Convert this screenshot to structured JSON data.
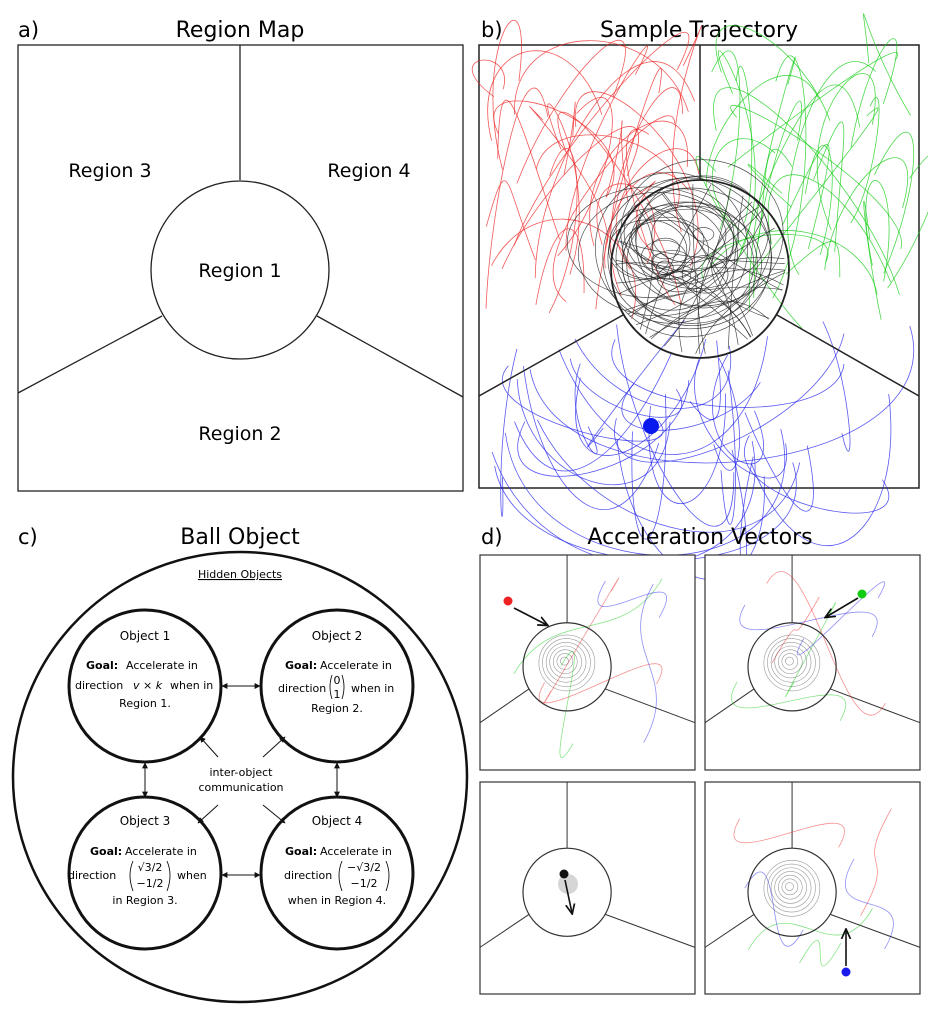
{
  "panel_a": {
    "letter": "a)",
    "title": "Region Map",
    "regions": [
      "Region 1",
      "Region 2",
      "Region 3",
      "Region 4"
    ]
  },
  "panel_b": {
    "letter": "b)",
    "title": "Sample Trajectory"
  },
  "panel_c": {
    "letter": "c)",
    "title": "Ball Object",
    "hidden_label": "Hidden Objects",
    "center_line1": "inter-object",
    "center_line2": "communication",
    "objects": [
      {
        "name": "Object 1",
        "goal": "Goal:",
        "l1": "Accelerate in",
        "l2a": "direction ",
        "l2b": "v × k",
        "l2c": " when in",
        "l3": "Region 1."
      },
      {
        "name": "Object 2",
        "goal": "Goal:",
        "l1": "Accelerate in",
        "l2a": "direction",
        "v1": "0",
        "v2": "1",
        "l2c": "when in",
        "l3": "Region 2."
      },
      {
        "name": "Object 3",
        "goal": "Goal:",
        "l1": "Accelerate in",
        "l2a": "direction",
        "v1": "√3/2",
        "v2": "−1/2",
        "l2c": "when",
        "l3": "in Region 3."
      },
      {
        "name": "Object 4",
        "goal": "Goal:",
        "l1": "Accelerate in",
        "l2a": "direction",
        "v1": "−√3/2",
        "v2": "−1/2",
        "l3": "when in Region 4."
      }
    ]
  },
  "panel_d": {
    "letter": "d)",
    "title": "Acceleration Vectors"
  },
  "colors": {
    "region2": "#2222ee",
    "region3": "#ee2222",
    "region4": "#11cc11",
    "region1": "#111111"
  }
}
